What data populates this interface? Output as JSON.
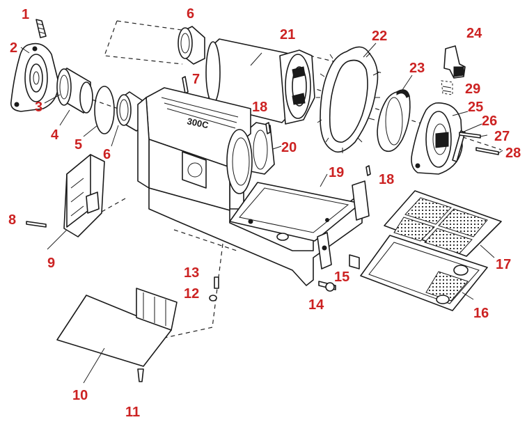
{
  "diagram": {
    "label_color": "#cc2222",
    "brand_text": "300C",
    "callouts": [
      "1",
      "2",
      "3",
      "4",
      "5",
      "6",
      "6",
      "7",
      "8",
      "9",
      "10",
      "11",
      "12",
      "13",
      "14",
      "15",
      "16",
      "17",
      "18",
      "18",
      "19",
      "20",
      "21",
      "22",
      "23",
      "24",
      "25",
      "26",
      "27",
      "28",
      "29"
    ]
  }
}
